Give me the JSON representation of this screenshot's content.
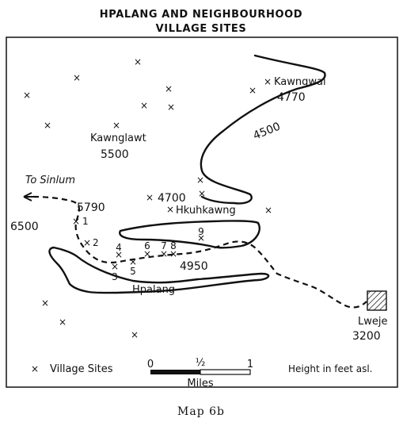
{
  "title": {
    "line1": "HPALANG AND NEIGHBOURHOOD",
    "line2": "VILLAGE SITES"
  },
  "places": {
    "kawngwai": {
      "name": "Kawngwai",
      "height": "4770"
    },
    "kawnglawt": {
      "name": "Kawnglawt",
      "height": "5500"
    },
    "hkuhkawng": {
      "name": "Hkuhkawng",
      "height": "4700"
    },
    "hpalang": {
      "name": "Hpalang",
      "height": "4950"
    },
    "lweje": {
      "name": "Lweje",
      "height": "3200"
    }
  },
  "contours": {
    "c4500": "4500",
    "c5790": "5790",
    "c6500": "6500"
  },
  "route_label": "To Sinlum",
  "site_numbers": [
    "1",
    "2",
    "3",
    "4",
    "5",
    "6",
    "7",
    "8",
    "9"
  ],
  "site_marker": "×",
  "legend": {
    "village_sites": "Village Sites",
    "height_note": "Height in feet asl.",
    "scale_unit": "Miles",
    "scale_ticks": [
      "0",
      "½",
      "1"
    ]
  },
  "caption": "Map 6b"
}
